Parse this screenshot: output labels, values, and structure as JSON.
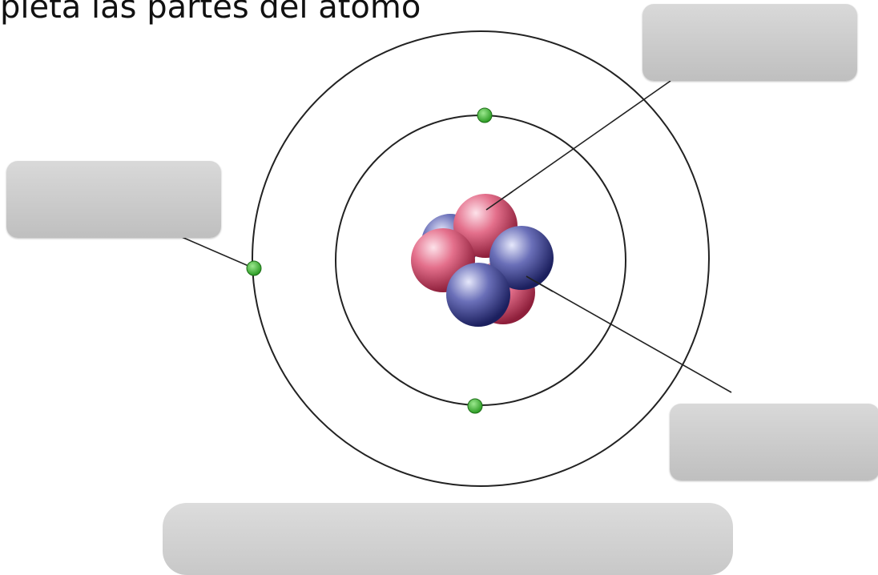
{
  "header": {
    "title": "pleta las partes del átomo"
  },
  "colors": {
    "orbit": "#222222",
    "electron": "#3dbb2f",
    "proton": "#e05a78",
    "neutron": "#4a4f9c",
    "label_box": "#c8c8c8"
  },
  "label_boxes": [
    {
      "name": "label-box-top-right",
      "text": ""
    },
    {
      "name": "label-box-left",
      "text": ""
    },
    {
      "name": "label-box-bottom-right",
      "text": ""
    }
  ],
  "answer_bar": {
    "text": ""
  }
}
